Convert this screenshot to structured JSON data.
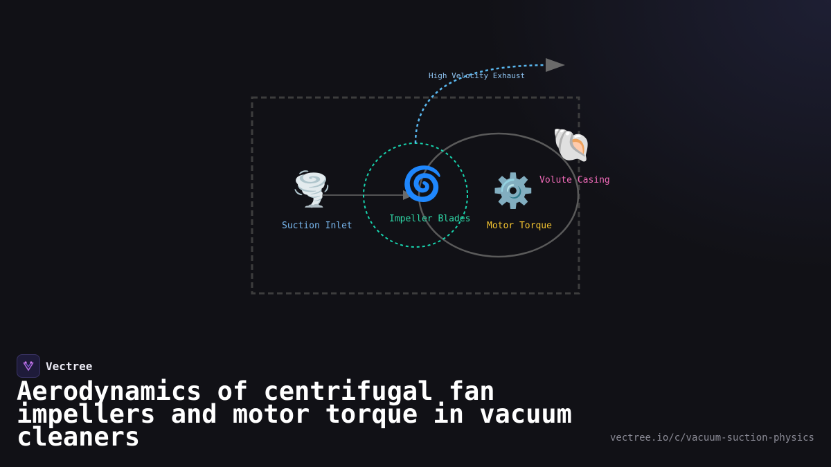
{
  "diagram": {
    "nodes": {
      "suction_inlet": {
        "icon": "tornado-icon",
        "glyph": "🌪️",
        "label": "Suction Inlet",
        "color": "#79b8f0"
      },
      "impeller_blades": {
        "icon": "cyclone-icon",
        "glyph": "🌀",
        "label": "Impeller Blades",
        "color": "#2fd9a8"
      },
      "motor_torque": {
        "icon": "gear-icon",
        "glyph": "⚙️",
        "label": "Motor Torque",
        "color": "#f4c430"
      },
      "volute_casing": {
        "icon": "spiral-shell-icon",
        "glyph": "🐚",
        "label": "Volute Casing",
        "color": "#f06ab8"
      }
    },
    "exhaust_label": "High Velocity Exhaust",
    "colors": {
      "housing_border": "#3d3d3d",
      "impeller_circle": "#18d6b0",
      "motor_circle": "#5a5a5a",
      "exhaust_path": "#5ab8f0",
      "flow_arrow": "#6a6a6a"
    }
  },
  "brand": {
    "name": "Vectree",
    "logo_icon": "vectree-logo-icon"
  },
  "title": "Aerodynamics of centrifugal fan impellers and motor torque in vacuum cleaners",
  "url": "vectree.io/c/vacuum-suction-physics"
}
